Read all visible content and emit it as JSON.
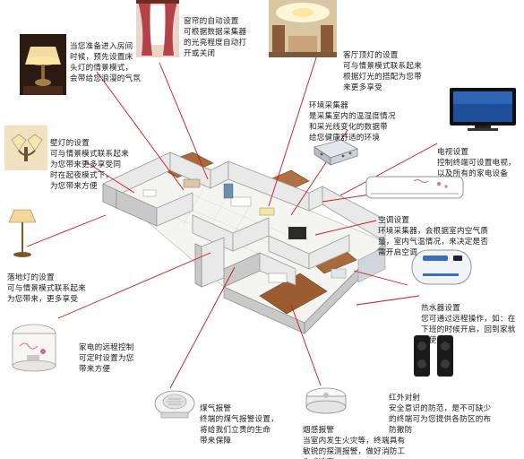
{
  "colors": {
    "leader_line": "#c8141c",
    "caption_text": "#1a1a1a",
    "wall": "#e9e9e9",
    "wood_floor": "#a86a3a",
    "background": "#ffffff"
  },
  "callouts": {
    "curtain": "窗帘的自动设置\n可根据数据采集器\n的光亮程度自动打\n开或关闭",
    "bedside_lamp": "当您准备进入房间\n时候，预先设置床\n头灯的情景模式，\n会带给您浪漫的气氛",
    "ceiling_light": "客厅顶灯的设置\n可与情景模式联系起来\n根据灯光的搭配为您带\n来更多享受",
    "env_collector": "环境采集器\n是采集室内的温湿度情况\n和采光线变化的数据带\n给您健康舒适的环境",
    "tv": "电视设置\n控制终端可设置电视，\n以及所有的家电设备",
    "wall_lamp": "壁灯的设置\n可与情景模式联系起来\n为您带来更多享受同\n时在起夜模式下，\n为您带来方便",
    "aircon": "空调设置\n环境采集器，会根据室内空气质\n量，室内气温情况，来决定是否\n需开启空调",
    "floor_lamp": "落地灯的设置\n可与情景模式联系起来\n为您带来，更多享受",
    "water_heater": "热水器设置\n您可通过远程操作，如：在\n下班的时候开启，回到家就\n可使用了",
    "appliance": "家电的远程控制\n可定时设置为您\n带来方便",
    "infrared": "红外对射\n安全意识的防范，是不可缺少\n的终端可为您提供各防区的布\n防撤防",
    "gas_alarm": "煤气报警\n终端的煤气报警设置，\n将给我们立贵的生命\n带来保障",
    "smoke_alarm": "烟感报警\n当室内发生火灾等，终端具有\n敏锐的探测报警，做好消防工\n作或逃离"
  },
  "icons": [
    "curtain-photo",
    "bedside-lamp-photo",
    "ceiling-light-photo",
    "environment-collector-icon",
    "tv-icon",
    "wall-lamp-icon",
    "air-conditioner-icon",
    "floor-lamp-icon",
    "water-heater-icon",
    "rice-cooker-icon",
    "infrared-beam-sensor-icon",
    "gas-detector-icon",
    "smoke-detector-icon"
  ]
}
